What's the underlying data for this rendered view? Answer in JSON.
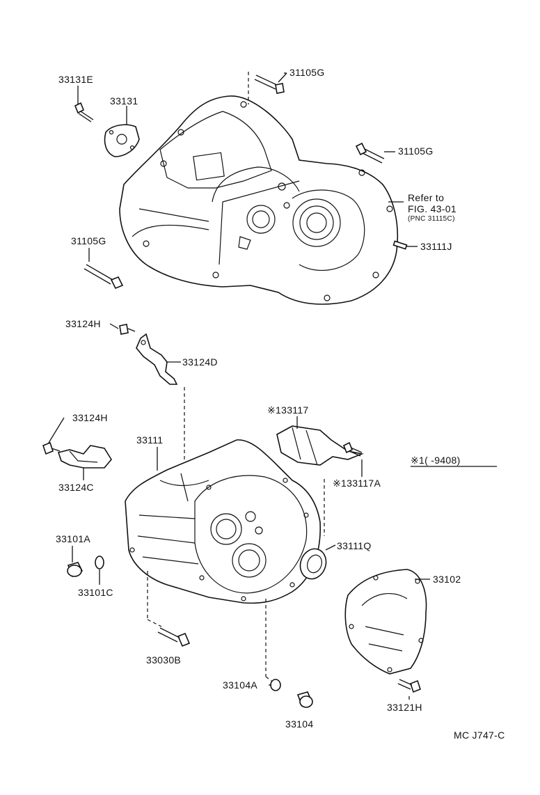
{
  "labels": {
    "l_33131E": "33131E",
    "l_33131": "33131",
    "l_31105G_top": "31105G",
    "l_31105G_right": "31105G",
    "refer_line1": "Refer to",
    "refer_line2": "FIG. 43-01",
    "refer_line3": "(PNC 31115C)",
    "l_31105G_left": "31105G",
    "l_33111J": "33111J",
    "l_33124H_top": "33124H",
    "l_33124D": "33124D",
    "l_133117": "※133117",
    "l_33124H_mid": "33124H",
    "l_33111": "33111",
    "note": "※1(        -9408)",
    "l_33124C": "33124C",
    "l_133117A": "※133117A",
    "l_33101A": "33101A",
    "l_33111Q": "33111Q",
    "l_33101C": "33101C",
    "l_33102": "33102",
    "l_33030B": "33030B",
    "l_33104A": "33104A",
    "l_33121H": "33121H",
    "l_33104": "33104",
    "code": "MC J747-C"
  }
}
